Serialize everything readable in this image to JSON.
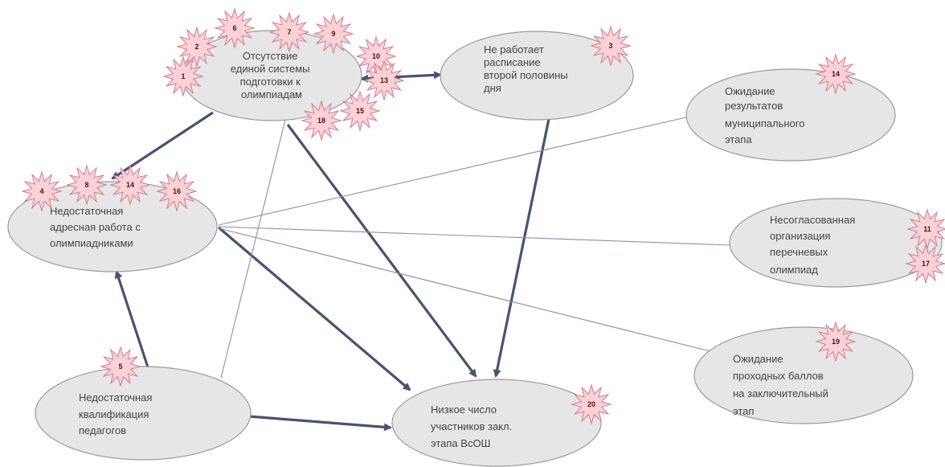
{
  "nodes": [
    {
      "id": "n1",
      "lines": [
        "Отсутствие",
        "единой системы",
        "подготовки к",
        "олимпиадам"
      ]
    },
    {
      "id": "n2",
      "lines": [
        "Не работает",
        "расписание",
        "второй половины",
        "дня"
      ]
    },
    {
      "id": "n3",
      "lines": [
        "Ожидание",
        "результатов",
        "муниципального",
        "этапа"
      ]
    },
    {
      "id": "n4",
      "lines": [
        "Недостаточная",
        "адресная работа с",
        "олимпиадниками"
      ]
    },
    {
      "id": "n5",
      "lines": [
        "Несогласованная",
        "организация",
        "перечневых",
        "олимпиад"
      ]
    },
    {
      "id": "n6",
      "lines": [
        "Ожидание",
        "проходных баллов",
        "на заключительный",
        "этап"
      ]
    },
    {
      "id": "n7",
      "lines": [
        "Недостаточная",
        "квалификация",
        "педагогов"
      ]
    },
    {
      "id": "n8",
      "lines": [
        "Низкое число",
        "участников закл.",
        "этапа ВсОШ"
      ]
    }
  ],
  "badges": [
    "6",
    "7",
    "9",
    "2",
    "10",
    "1",
    "13",
    "15",
    "18",
    "3",
    "14",
    "4",
    "8",
    "14",
    "16",
    "11",
    "17",
    "5",
    "19",
    "20"
  ]
}
